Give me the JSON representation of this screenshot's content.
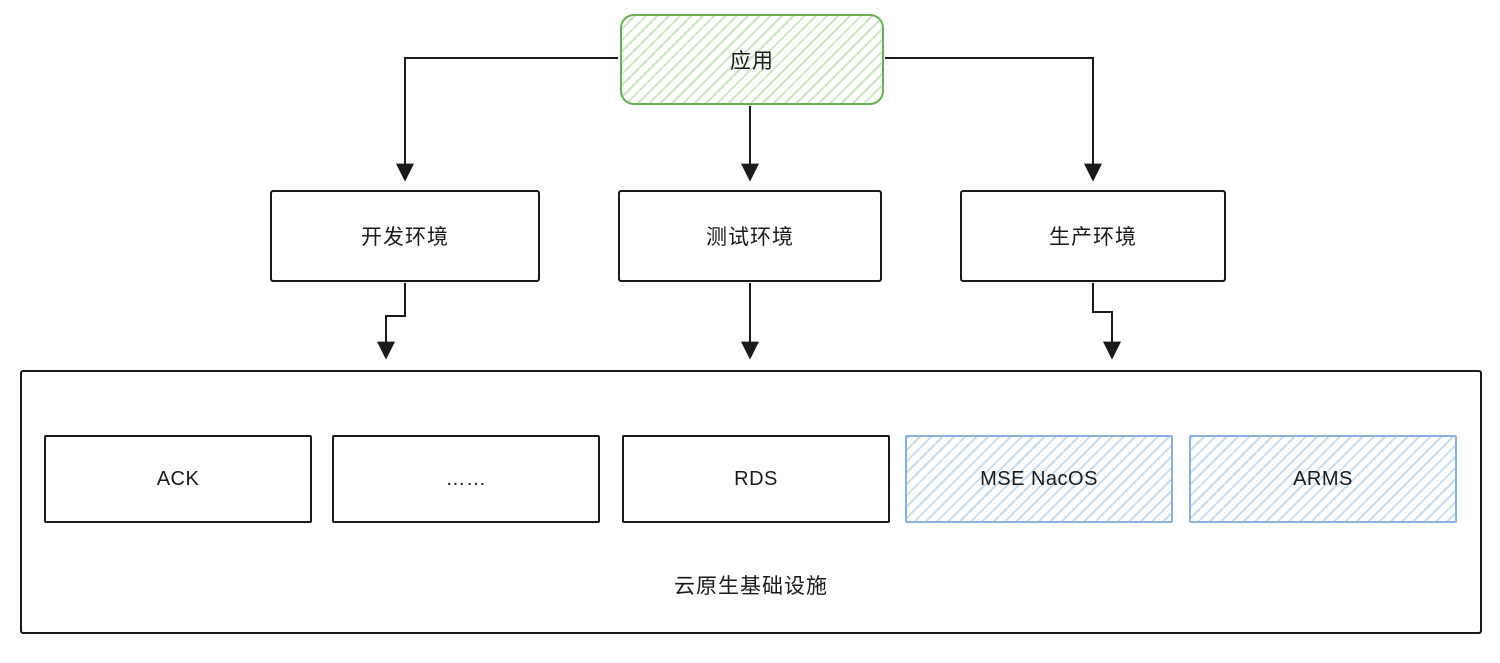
{
  "diagram": {
    "app_node": {
      "label": "应用"
    },
    "environments": [
      {
        "id": "dev",
        "label": "开发环境"
      },
      {
        "id": "test",
        "label": "测试环境"
      },
      {
        "id": "prod",
        "label": "生产环境"
      }
    ],
    "infrastructure": {
      "label": "云原生基础设施",
      "services": [
        {
          "id": "ack",
          "label": "ACK",
          "variant": "plain"
        },
        {
          "id": "ellipsis",
          "label": "……",
          "variant": "plain"
        },
        {
          "id": "rds",
          "label": "RDS",
          "variant": "plain"
        },
        {
          "id": "mse-nacos",
          "label": "MSE NacOS",
          "variant": "blue"
        },
        {
          "id": "arms",
          "label": "ARMS",
          "variant": "blue"
        }
      ]
    },
    "colors": {
      "green_border": "#6aad55",
      "green_hatch": "#cde4c3",
      "blue_border": "#8cb0dc",
      "blue_hatch": "#c9dbef",
      "line": "#1a1a1a"
    }
  }
}
